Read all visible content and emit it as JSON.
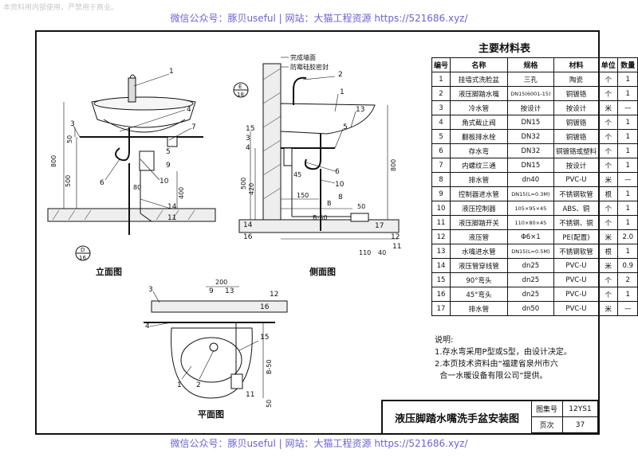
{
  "watermarks": {
    "corner_note": "本资料用内部使用，严禁用于商业。",
    "top": "微信公众号：豚贝useful  |  网站：大猫工程资源 https://521686.xyz/",
    "bottom": "微信公众号：豚贝useful  |  网站：大猫工程资源 https://521686.xyz/"
  },
  "views": {
    "front": "立面图",
    "side": "侧面图",
    "plan": "平面图"
  },
  "callouts": {
    "wall_finish": "完成墙面",
    "sealant": "防霉硅胶密封"
  },
  "section_marks": {
    "e_top": "E",
    "e_bottom": "18",
    "d_top": "D",
    "d_bottom": "16"
  },
  "dimensions": {
    "front_50": "50",
    "front_800": "800",
    "front_500": "500",
    "front_400": "400",
    "front_80": "80",
    "side_45": "45",
    "side_150": "150",
    "side_500": "500",
    "side_420": "420",
    "side_800": "800",
    "side_b": "B",
    "side_b50": "B-50",
    "side_50": "50",
    "side_110": "110",
    "side_40": "40",
    "plan_200": "200",
    "plan_b50": "B-50",
    "plan_50": "50"
  },
  "numbers": [
    "1",
    "2",
    "3",
    "4",
    "5",
    "6",
    "7",
    "8",
    "9",
    "10",
    "11",
    "12",
    "13",
    "14",
    "15",
    "16",
    "17"
  ],
  "materials": {
    "title": "主要材料表",
    "headers": [
      "编号",
      "名称",
      "规格",
      "材料",
      "单位",
      "数量"
    ],
    "rows": [
      [
        "1",
        "挂墙式洗脸盆",
        "三孔",
        "陶瓷",
        "个",
        "1"
      ],
      [
        "2",
        "液压脚踏水嘴",
        "DN15(6001-15)",
        "铜镀铬",
        "个",
        "1"
      ],
      [
        "3",
        "冷水管",
        "按设计",
        "按设计",
        "米",
        "—"
      ],
      [
        "4",
        "角式截止阀",
        "DN15",
        "铜镀铬",
        "个",
        "1"
      ],
      [
        "5",
        "翻板排水栓",
        "DN32",
        "铜镀铬",
        "个",
        "1"
      ],
      [
        "6",
        "存水弯",
        "DN32",
        "铜镀铬或塑料",
        "个",
        "1"
      ],
      [
        "7",
        "内螺纹三通",
        "DN15",
        "按设计",
        "个",
        "1"
      ],
      [
        "8",
        "排水管",
        "dn40",
        "PVC-U",
        "米",
        "—"
      ],
      [
        "9",
        "控制器进水管",
        "DN15(L=0.3M)",
        "不锈钢软管",
        "根",
        "1"
      ],
      [
        "10",
        "液压控制器",
        "105×95×45",
        "ABS、铜",
        "个",
        "1"
      ],
      [
        "11",
        "液压脚踏开关",
        "110×80×45",
        "不锈钢、铜",
        "个",
        "1"
      ],
      [
        "12",
        "液压管",
        "Φ6×1",
        "PE(配置)",
        "米",
        "2.0"
      ],
      [
        "13",
        "水嘴进水管",
        "DN15(L=0.5M)",
        "不锈钢软管",
        "根",
        "1"
      ],
      [
        "14",
        "液压管穿线管",
        "dn25",
        "PVC-U",
        "米",
        "0.9"
      ],
      [
        "15",
        "90°弯头",
        "dn25",
        "PVC-U",
        "个",
        "2"
      ],
      [
        "16",
        "45°弯头",
        "dn25",
        "PVC-U",
        "个",
        "1"
      ],
      [
        "17",
        "排水管",
        "dn50",
        "PVC-U",
        "米",
        "—"
      ]
    ]
  },
  "notes": {
    "heading": "说明:",
    "lines": [
      "1.存水弯采用P型或S型，由设计决定。",
      "2.本页技术资料由“福建省泉州市六",
      "  合一水暖设备有限公司”提供。"
    ]
  },
  "titleblock": {
    "title": "液压脚踏水嘴洗手盆安装图",
    "atlas_label": "图集号",
    "atlas_value": "12YS1",
    "page_label": "页次",
    "page_value": "37"
  }
}
